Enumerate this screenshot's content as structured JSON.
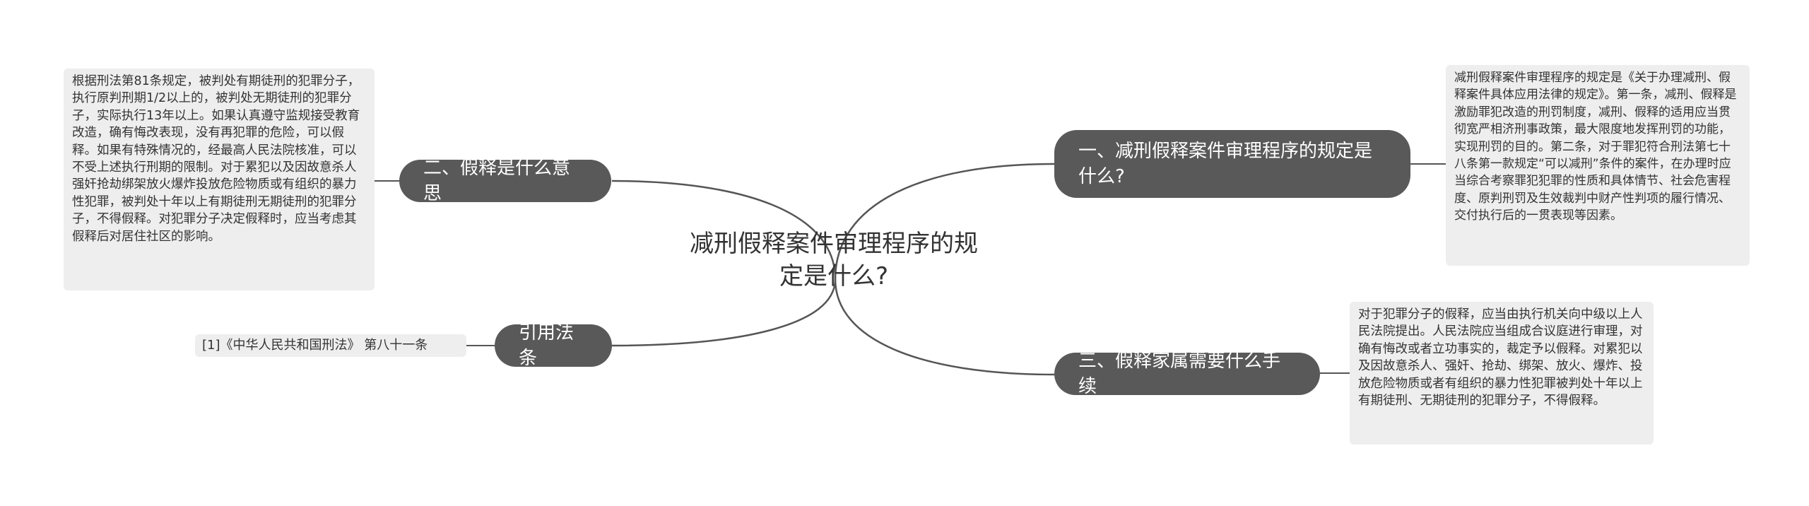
{
  "root": {
    "title": "减刑假释案件审理程序的规定是什么?"
  },
  "branches": {
    "b1": {
      "label": "一、减刑假释案件审理程序的规定是什么?"
    },
    "b2": {
      "label": "二、假释是什么意思"
    },
    "b3": {
      "label": "三、假释家属需要什么手续"
    },
    "b4": {
      "label": "引用法条"
    }
  },
  "notes": {
    "n1": "减刑假释案件审理程序的规定是《关于办理减刑、假释案件具体应用法律的规定》。第一条，减刑、假释是激励罪犯改造的刑罚制度，减刑、假释的适用应当贯彻宽严相济刑事政策，最大限度地发挥刑罚的功能，实现刑罚的目的。第二条，对于罪犯符合刑法第七十八条第一款规定“可以减刑”条件的案件，在办理时应当综合考察罪犯犯罪的性质和具体情节、社会危害程度、原判刑罚及生效裁判中财产性判项的履行情况、交付执行后的一贯表现等因素。",
    "n2": "根据刑法第81条规定，被判处有期徒刑的犯罪分子，执行原判刑期1/2以上的，被判处无期徒刑的犯罪分子，实际执行13年以上。如果认真遵守监规接受教育改造，确有悔改表现，没有再犯罪的危险，可以假释。如果有特殊情况的，经最高人民法院核准，可以不受上述执行刑期的限制。对于累犯以及因故意杀人强奸抢劫绑架放火爆炸投放危险物质或有组织的暴力性犯罪，被判处十年以上有期徒刑无期徒刑的犯罪分子，不得假释。对犯罪分子决定假释时，应当考虑其假释后对居住社区的影响。",
    "n3": "对于犯罪分子的假释，应当由执行机关向中级以上人民法院提出。人民法院应当组成合议庭进行审理，对确有悔改或者立功事实的，裁定予以假释。对累犯以及因故意杀人、强奸、抢劫、绑架、放火、爆炸、投放危险物质或者有组织的暴力性犯罪被判处十年以上有期徒刑、无期徒刑的犯罪分子，不得假释。",
    "n4": "[1]《中华人民共和国刑法》 第八十一条"
  },
  "colors": {
    "branch_fill": "#595959",
    "branch_text": "#ffffff",
    "note_fill": "#eeeeee",
    "edge": "#555555",
    "root_text": "#333333"
  }
}
